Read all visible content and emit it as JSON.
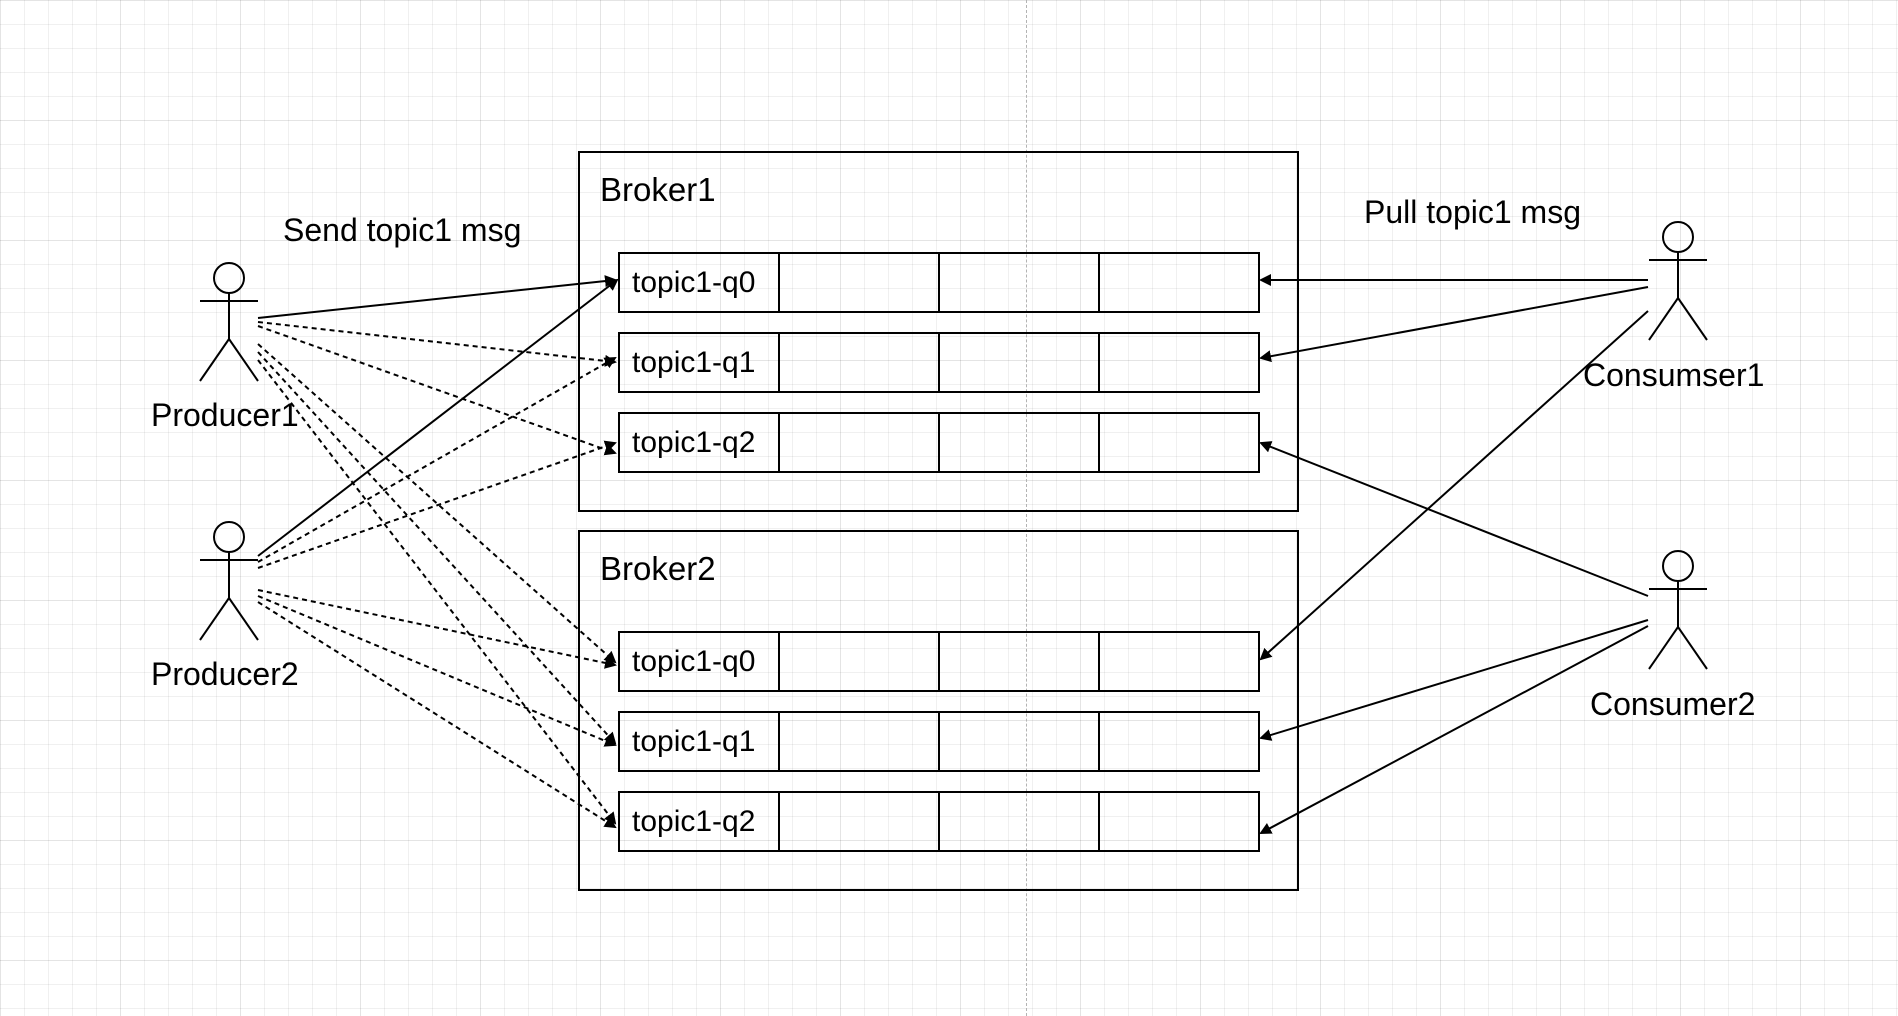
{
  "labels": {
    "send": "Send topic1 msg",
    "pull": "Pull topic1 msg"
  },
  "producers": [
    {
      "name": "Producer1"
    },
    {
      "name": "Producer2"
    }
  ],
  "consumers": [
    {
      "name": "Consumser1"
    },
    {
      "name": "Consumer2"
    }
  ],
  "brokers": [
    {
      "name": "Broker1",
      "queues": [
        "topic1-q0",
        "topic1-q1",
        "topic1-q2"
      ]
    },
    {
      "name": "Broker2",
      "queues": [
        "topic1-q0",
        "topic1-q1",
        "topic1-q2"
      ]
    }
  ]
}
